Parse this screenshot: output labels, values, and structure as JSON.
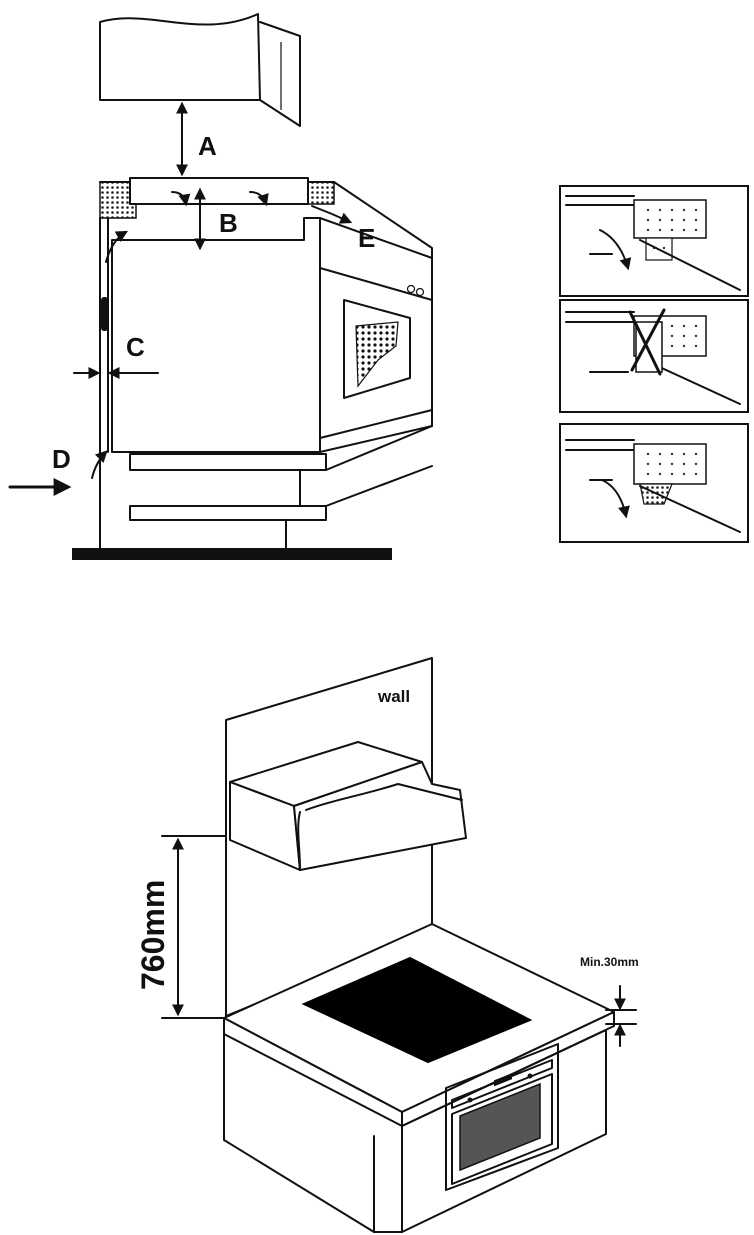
{
  "top_diagram": {
    "labels": {
      "a": "A",
      "b": "B",
      "c": "C",
      "d": "D",
      "e": "E"
    }
  },
  "install_diagram": {
    "wall_label": "wall",
    "height_label": "760mm",
    "min_gap_label": "Min.30mm"
  }
}
